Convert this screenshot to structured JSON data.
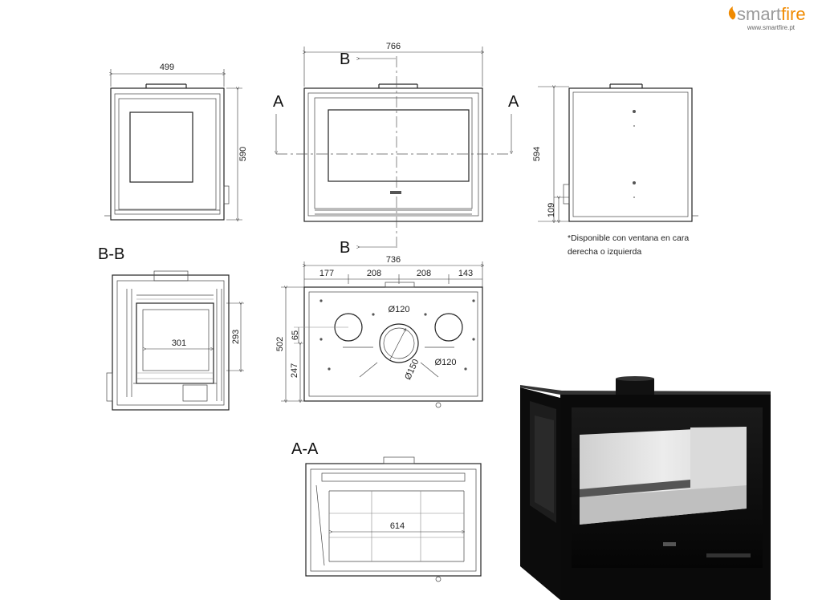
{
  "brand": {
    "name_prefix": "smart",
    "name_suffix": "fire",
    "url": "www.smartfire.pt",
    "color": "#f08a00"
  },
  "front_view": {
    "width": "499",
    "height": "590"
  },
  "center_view": {
    "width": "766",
    "section_a": "A",
    "section_b": "B"
  },
  "side_view": {
    "height": "594",
    "offset": "109"
  },
  "note": {
    "line1": "*Disponible con ventana en cara",
    "line2": "derecha o izquierda"
  },
  "section_bb": {
    "title": "B-B",
    "inner_width": "301",
    "inner_height": "293"
  },
  "top_view": {
    "total_width": "736",
    "seg1": "177",
    "seg2": "208",
    "seg3": "208",
    "seg4": "143",
    "depth": "502",
    "offset_small": "65",
    "offset_large": "247",
    "hole_left": "Ø120",
    "hole_right": "Ø120",
    "hole_center": "Ø150"
  },
  "section_aa": {
    "title": "A-A",
    "inner_width": "614"
  }
}
